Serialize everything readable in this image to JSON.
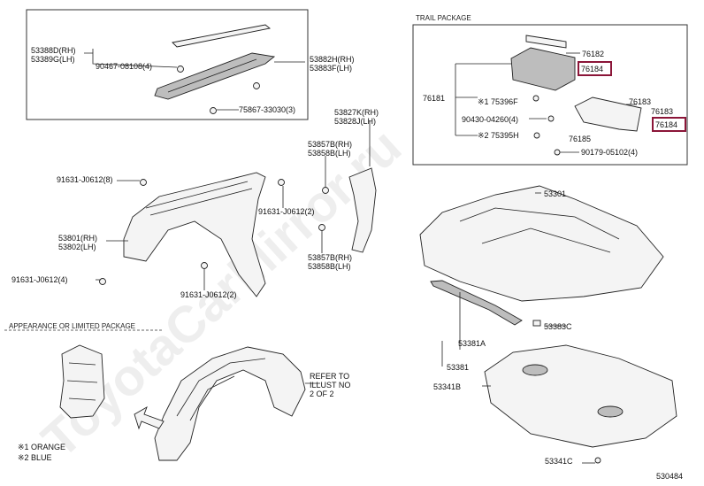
{
  "watermark": "ToyotaCarMirror.ru",
  "sections": {
    "trail_package": "TRAIL PACKAGE",
    "appearance_package": "APPEARANCE OR LIMITED PACKAGE"
  },
  "labels": {
    "p53388D": "53388D(RH)",
    "p53389G": "53389G(LH)",
    "p90467": "90467-08108(4)",
    "p53882H": "53882H(RH)",
    "p53883F": "53883F(LH)",
    "p75867": "75867-33030(3)",
    "p76182": "76182",
    "p76184a": "76184",
    "p76181": "76181",
    "p75396F": "※1 75396F",
    "p90430": "90430-04260(4)",
    "p75395H": "※2 75395H",
    "p76183a": "76183",
    "p76183b": "76183",
    "p76184b": "76184",
    "p76185": "76185",
    "p90179": "90179-05102(4)",
    "p53827K": "53827K(RH)",
    "p53828J": "53828J(LH)",
    "p53857B_top": "53857B(RH)",
    "p53858B_top": "53858B(LH)",
    "p91631_a": "91631-J0612(8)",
    "p91631_b": "91631-J0612(2)",
    "p53801": "53801(RH)",
    "p53802": "53802(LH)",
    "p91631_c": "91631-J0612(4)",
    "p91631_d": "91631-J0612(2)",
    "p53857B_bot": "53857B(RH)",
    "p53858B_bot": "53858B(LH)",
    "p53301": "53301",
    "p53383C": "53383C",
    "p53381A": "53381A",
    "p53381": "53381",
    "p53341B": "53341B",
    "p53341C": "53341C",
    "refer_l1": "REFER TO",
    "refer_l2": "ILLUST NO",
    "refer_l3": "2 OF 2",
    "legend1": "※1 ORANGE",
    "legend2": "※2 BLUE",
    "code": "530484"
  },
  "highlight_color": "#8b1538"
}
